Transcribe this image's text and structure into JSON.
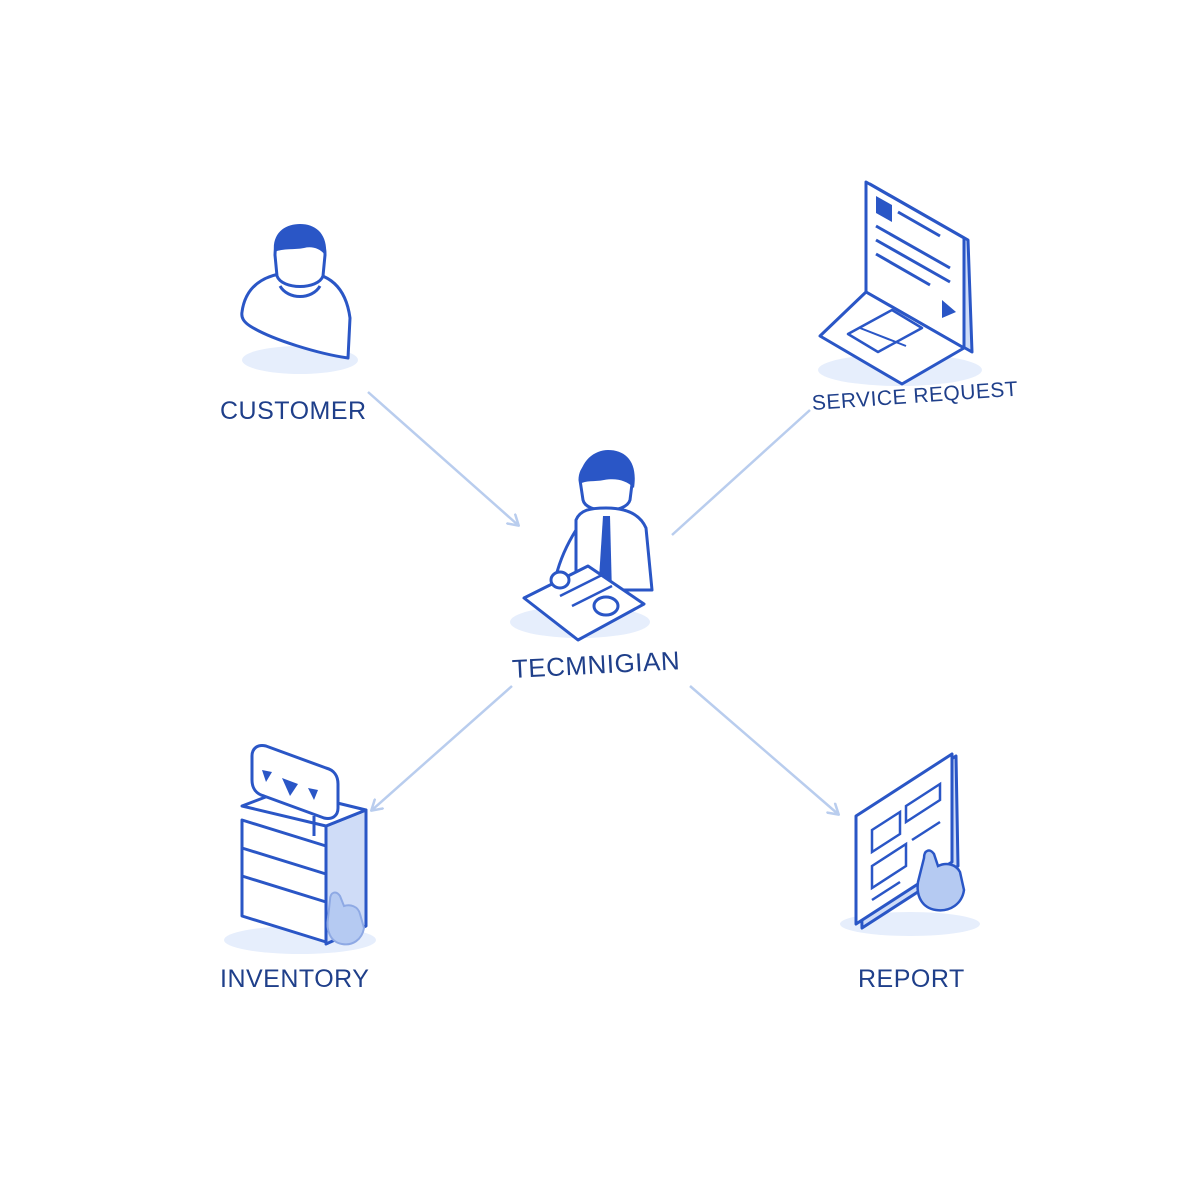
{
  "nodes": {
    "customer": {
      "label": "CUSTOMER",
      "icon": "person-icon"
    },
    "service_request": {
      "label": "SERVICE REQUEST",
      "icon": "laptop-icon"
    },
    "technician": {
      "label": "TECMNIGIAN",
      "icon": "technician-at-desk-icon"
    },
    "inventory": {
      "label": "INVENTORY",
      "icon": "server-stack-icon"
    },
    "report": {
      "label": "REPORT",
      "icon": "report-document-icon"
    }
  },
  "colors": {
    "primary": "#2a56c6",
    "dark": "#1f3f8a",
    "light_fill": "#cfdcf7",
    "connector": "#b9cdee",
    "shadow": "#e6eefc"
  }
}
